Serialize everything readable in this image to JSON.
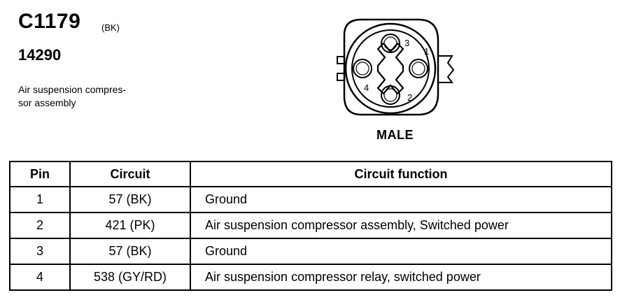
{
  "header": {
    "connector_id": "C1179",
    "connector_color": "(BK)",
    "part_number": "14290",
    "description": "Air suspension compres-\nsor assembly"
  },
  "connector_view": {
    "gender_label": "MALE",
    "pin_labels": [
      "1",
      "2",
      "3",
      "4"
    ]
  },
  "table": {
    "headers": [
      "Pin",
      "Circuit",
      "Circuit function"
    ],
    "rows": [
      [
        "1",
        "57 (BK)",
        "Ground"
      ],
      [
        "2",
        "421 (PK)",
        "Air suspension compressor assembly, Switched power"
      ],
      [
        "3",
        "57 (BK)",
        "Ground"
      ],
      [
        "4",
        "538 (GY/RD)",
        "Air suspension compressor relay, switched power"
      ]
    ]
  }
}
